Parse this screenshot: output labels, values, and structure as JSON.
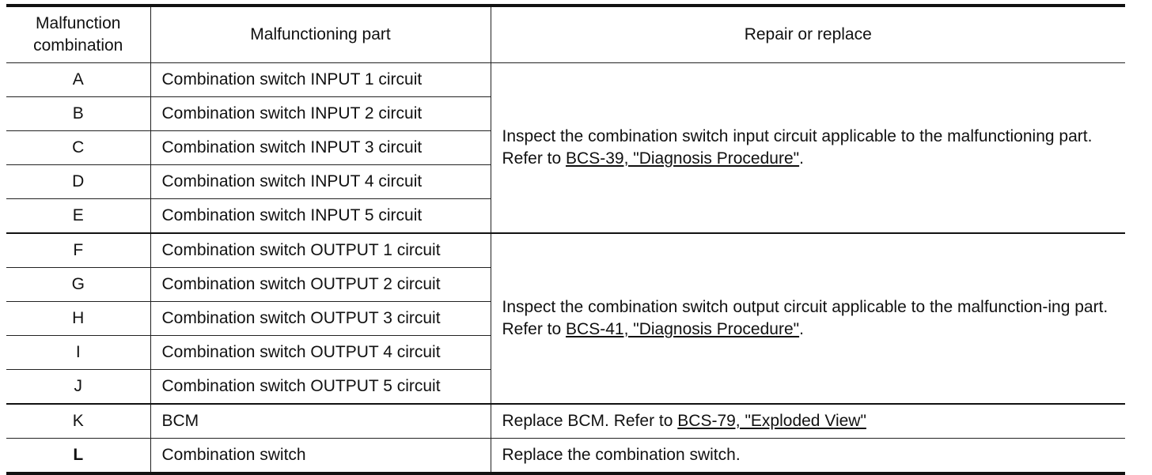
{
  "header": {
    "combination": "Malfunction combination",
    "part": "Malfunctioning part",
    "repair": "Repair or replace"
  },
  "rows": [
    {
      "code": "A",
      "part": "Combination switch INPUT 1 circuit"
    },
    {
      "code": "B",
      "part": "Combination switch INPUT 2 circuit"
    },
    {
      "code": "C",
      "part": "Combination switch INPUT 3 circuit"
    },
    {
      "code": "D",
      "part": "Combination switch INPUT 4 circuit"
    },
    {
      "code": "E",
      "part": "Combination switch INPUT 5 circuit"
    },
    {
      "code": "F",
      "part": "Combination switch OUTPUT 1 circuit"
    },
    {
      "code": "G",
      "part": "Combination switch OUTPUT 2 circuit"
    },
    {
      "code": "H",
      "part": "Combination switch OUTPUT 3 circuit"
    },
    {
      "code": "I",
      "part": "Combination switch OUTPUT 4 circuit"
    },
    {
      "code": "J",
      "part": "Combination switch OUTPUT 5 circuit"
    },
    {
      "code": "K",
      "part": "BCM"
    },
    {
      "code": "L",
      "part": "Combination switch"
    }
  ],
  "repair": {
    "input": {
      "text": "Inspect the combination switch input circuit applicable to the malfunctioning part. Refer to ",
      "link": "BCS-39, \"Diagnosis Procedure\"",
      "end": "."
    },
    "output": {
      "text": "Inspect the combination switch output circuit applicable to the malfunction-ing part. Refer to ",
      "link": "BCS-41, \"Diagnosis Procedure\"",
      "end": "."
    },
    "bcm": {
      "text": "Replace BCM. Refer to ",
      "link": "BCS-79, \"Exploded View\""
    },
    "switch": {
      "text": "Replace the combination switch."
    }
  }
}
